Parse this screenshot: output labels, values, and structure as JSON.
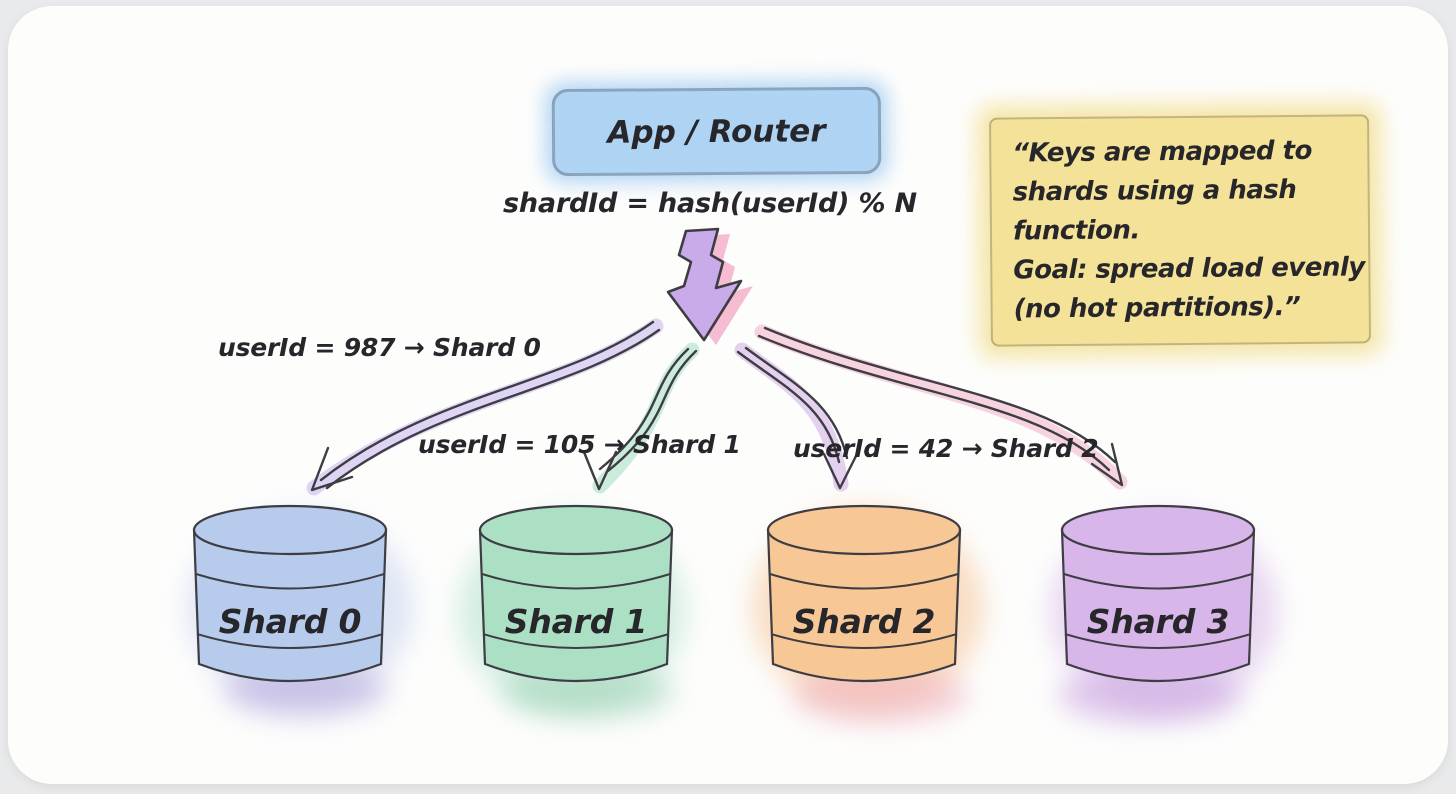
{
  "colors": {
    "background": "#e9eaec",
    "card": "#fdfdfc",
    "ink": "#3d3d43",
    "text": "#26262b"
  },
  "router": {
    "label": "App / Router",
    "fill": "#c8e0f7"
  },
  "formula": {
    "text": "shardId = hash(userId) % N"
  },
  "note": {
    "text": "“Keys are mapped to\nshards using a hash\nfunction.\nGoal: spread load evenly\n(no hot partitions).”",
    "fill": "#f7e9ac"
  },
  "main_arrow": {
    "fill": "#c9abe9",
    "shadow": "#f4abc7"
  },
  "mappings": [
    {
      "label": "userId = 987 → Shard 0"
    },
    {
      "label": "userId = 105 → Shard 1"
    },
    {
      "label": "userId = 42 → Shard 2"
    }
  ],
  "branch_arrows": [
    {
      "target": "Shard 0",
      "color": "#c7b3ec"
    },
    {
      "target": "Shard 1",
      "color": "#a3dcc1"
    },
    {
      "target": "Shard 2",
      "color": "#cfabe3"
    },
    {
      "target": "Shard 3",
      "color": "#f3b1c8"
    }
  ],
  "shards": [
    {
      "label": "Shard 0",
      "fill": "#b7cbec",
      "wash": "#b3c3e8",
      "shadow": "#b4a6dd"
    },
    {
      "label": "Shard 1",
      "fill": "#abe0c4",
      "wash": "#a3dcc0",
      "shadow": "#9cd2b6"
    },
    {
      "label": "Shard 2",
      "fill": "#f7c795",
      "wash": "#f5bd8c",
      "shadow": "#efadba"
    },
    {
      "label": "Shard 3",
      "fill": "#d9b6ea",
      "wash": "#cfa9e4",
      "shadow": "#c7a0df"
    }
  ]
}
